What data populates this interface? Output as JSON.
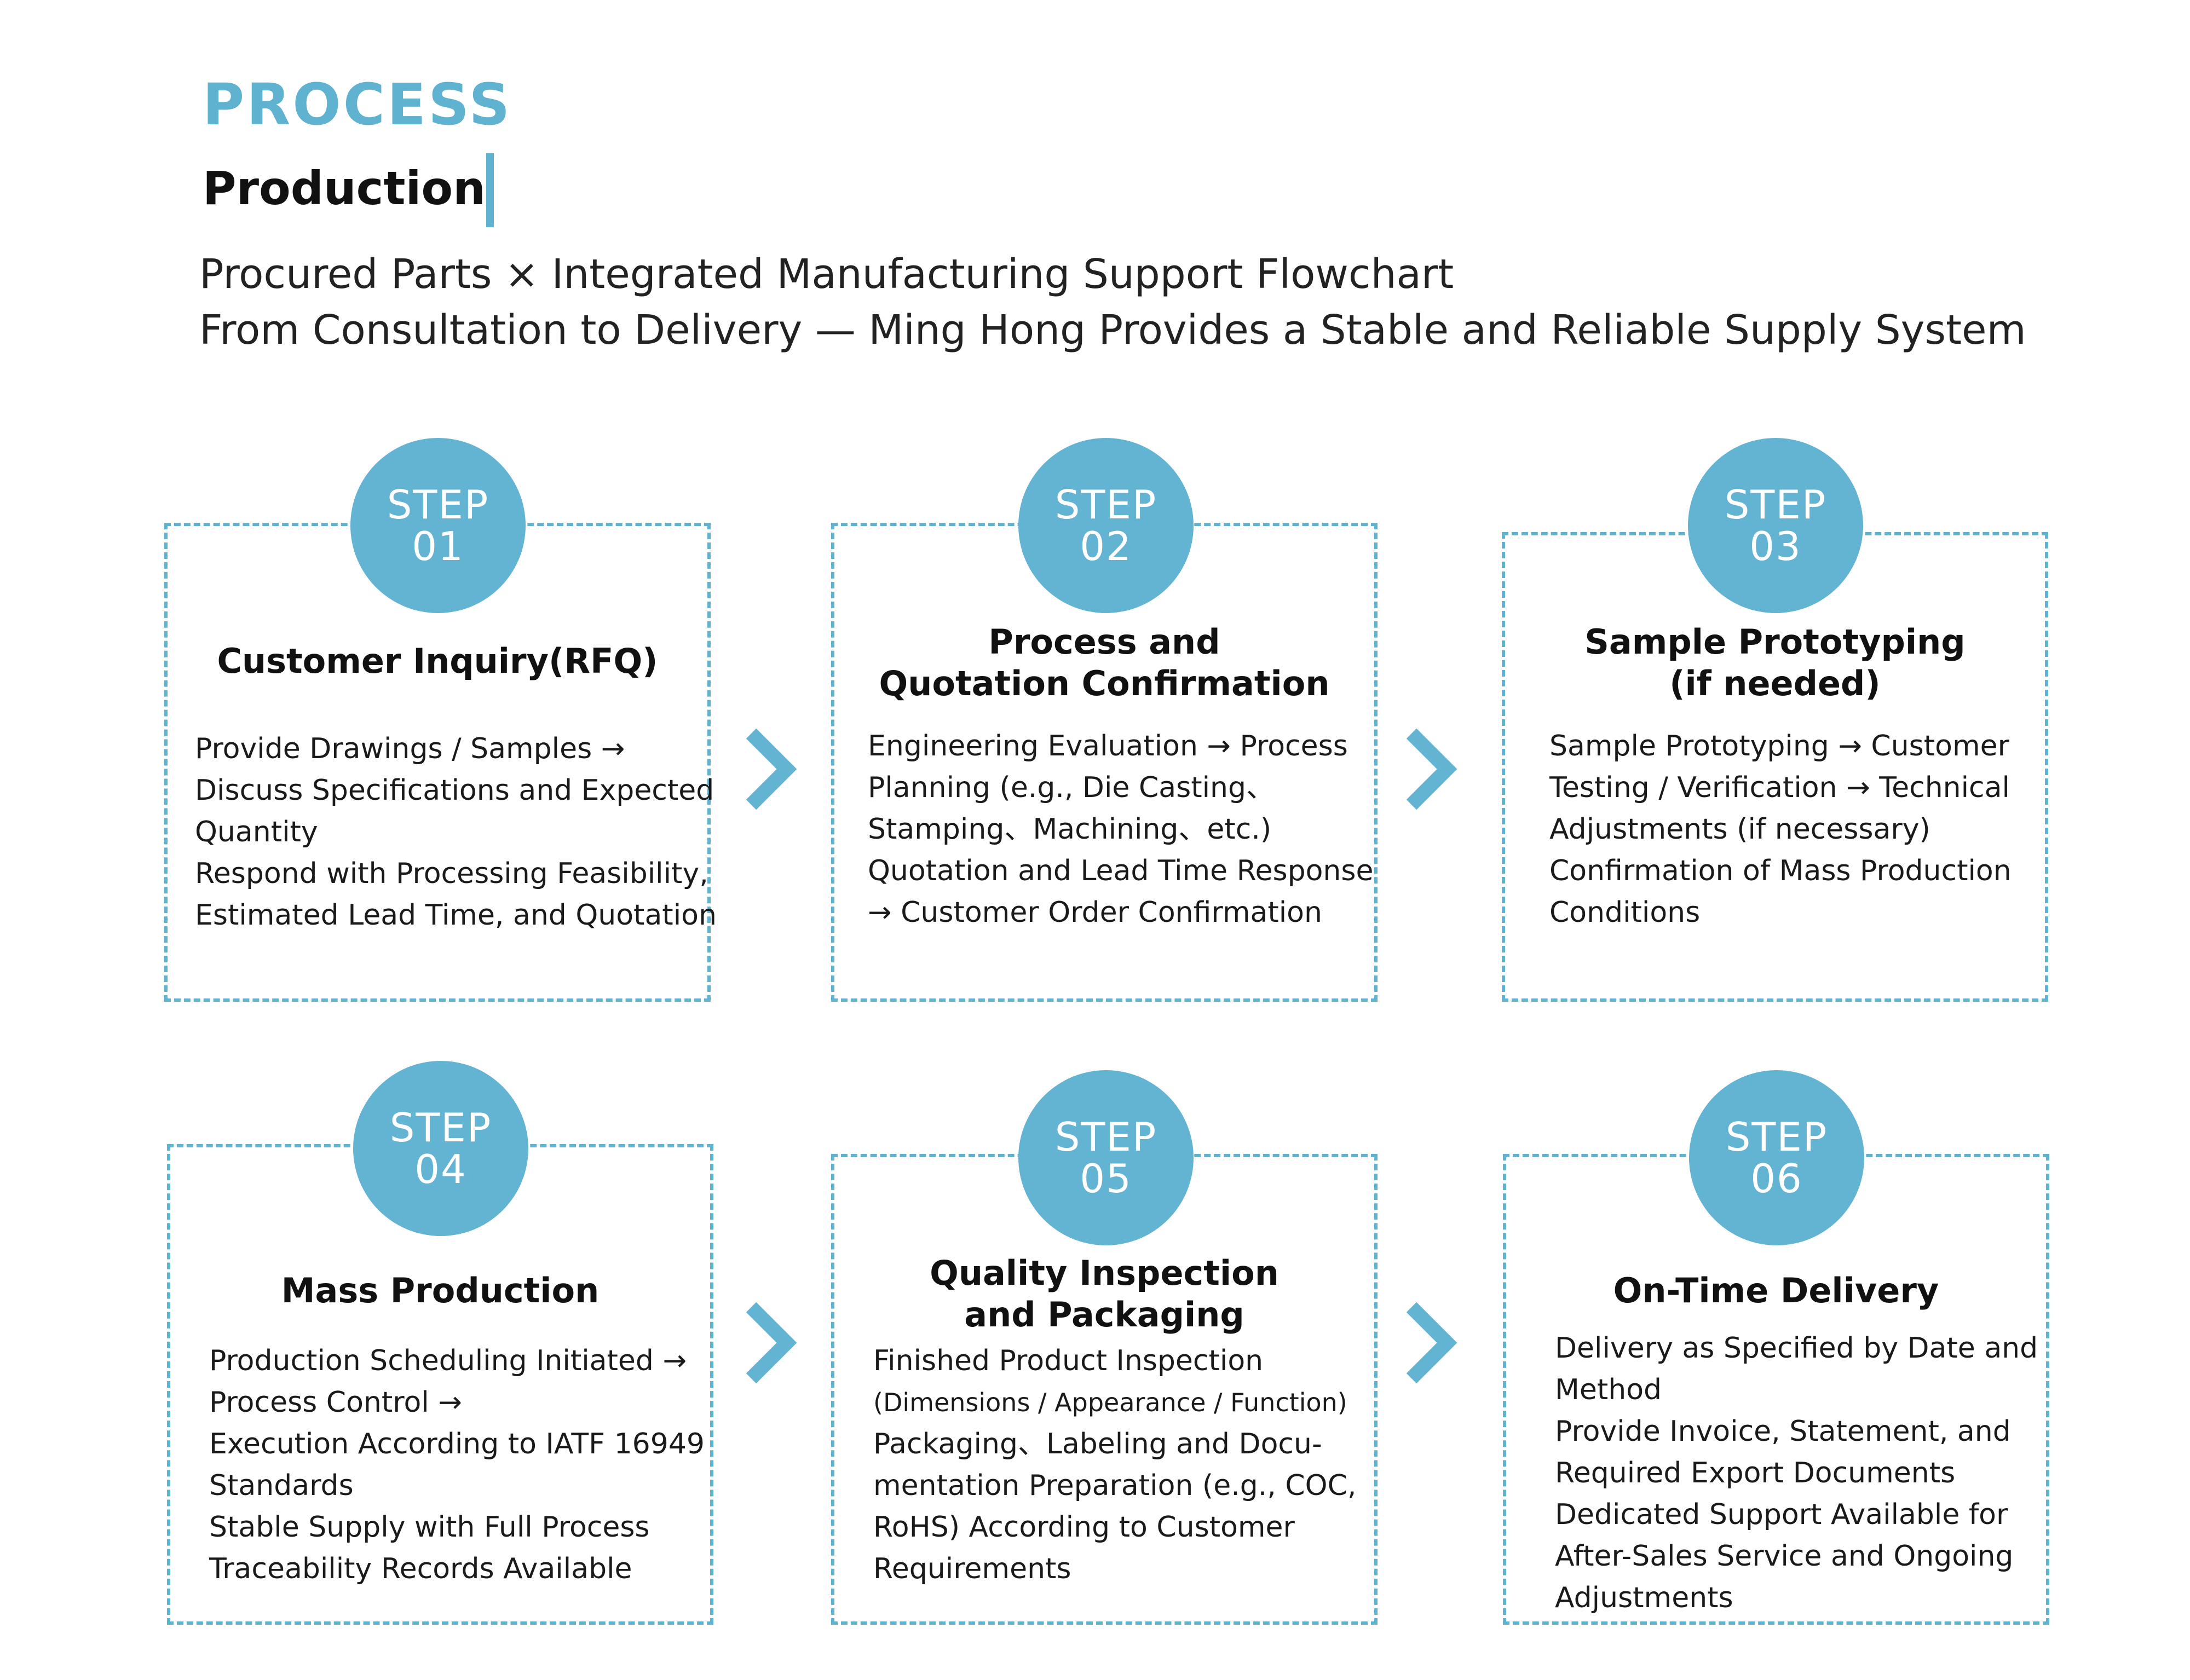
{
  "header": {
    "kicker": "PROCESS",
    "subtitle": "Production",
    "intro_line1": "Procured Parts × Integrated Manufacturing Support Flowchart",
    "intro_line2": "From Consultation to Delivery — Ming Hong Provides a Stable and Reliable Supply System"
  },
  "colors": {
    "accent": "#5FB2D0",
    "circle": "#63B3D2",
    "text": "#111111"
  },
  "steps": [
    {
      "label": "STEP",
      "number": "01",
      "title_lines": [
        "Customer Inquiry(RFQ)"
      ],
      "body_lines": [
        "Provide Drawings / Samples →",
        "Discuss Specifications and Expected",
        "Quantity",
        "Respond with Processing Feasibility,",
        "Estimated Lead Time, and Quotation"
      ]
    },
    {
      "label": "STEP",
      "number": "02",
      "title_lines": [
        "Process and",
        "Quotation Confirmation"
      ],
      "body_lines": [
        "Engineering Evaluation → Process",
        "Planning (e.g., Die Casting、",
        "Stamping、Machining、etc.)",
        "Quotation and Lead Time Response",
        "→ Customer Order Confirmation"
      ]
    },
    {
      "label": "STEP",
      "number": "03",
      "title_lines": [
        "Sample Prototyping",
        "(if needed)"
      ],
      "body_lines": [
        "Sample Prototyping → Customer",
        "Testing / Verification → Technical",
        "Adjustments (if necessary)",
        "Confirmation of Mass Production",
        "Conditions"
      ]
    },
    {
      "label": "STEP",
      "number": "04",
      "title_lines": [
        "Mass Production"
      ],
      "body_lines": [
        "Production Scheduling Initiated →",
        "Process Control →",
        "Execution According to IATF 16949",
        "Standards",
        "Stable Supply with Full Process",
        "Traceability Records Available"
      ]
    },
    {
      "label": "STEP",
      "number": "05",
      "title_lines": [
        "Quality Inspection",
        "and Packaging"
      ],
      "body_lines": [
        "Finished Product Inspection",
        "(Dimensions / Appearance / Function)",
        "Packaging、Labeling and Docu-",
        "mentation Preparation (e.g., COC,",
        "RoHS) According to Customer",
        "Requirements"
      ]
    },
    {
      "label": "STEP",
      "number": "06",
      "title_lines": [
        "On-Time Delivery"
      ],
      "body_lines": [
        "Delivery as Specified by Date and",
        "Method",
        "Provide Invoice, Statement, and",
        "Required Export Documents",
        "Dedicated Support Available for",
        "After-Sales Service and Ongoing",
        "Adjustments"
      ]
    }
  ]
}
